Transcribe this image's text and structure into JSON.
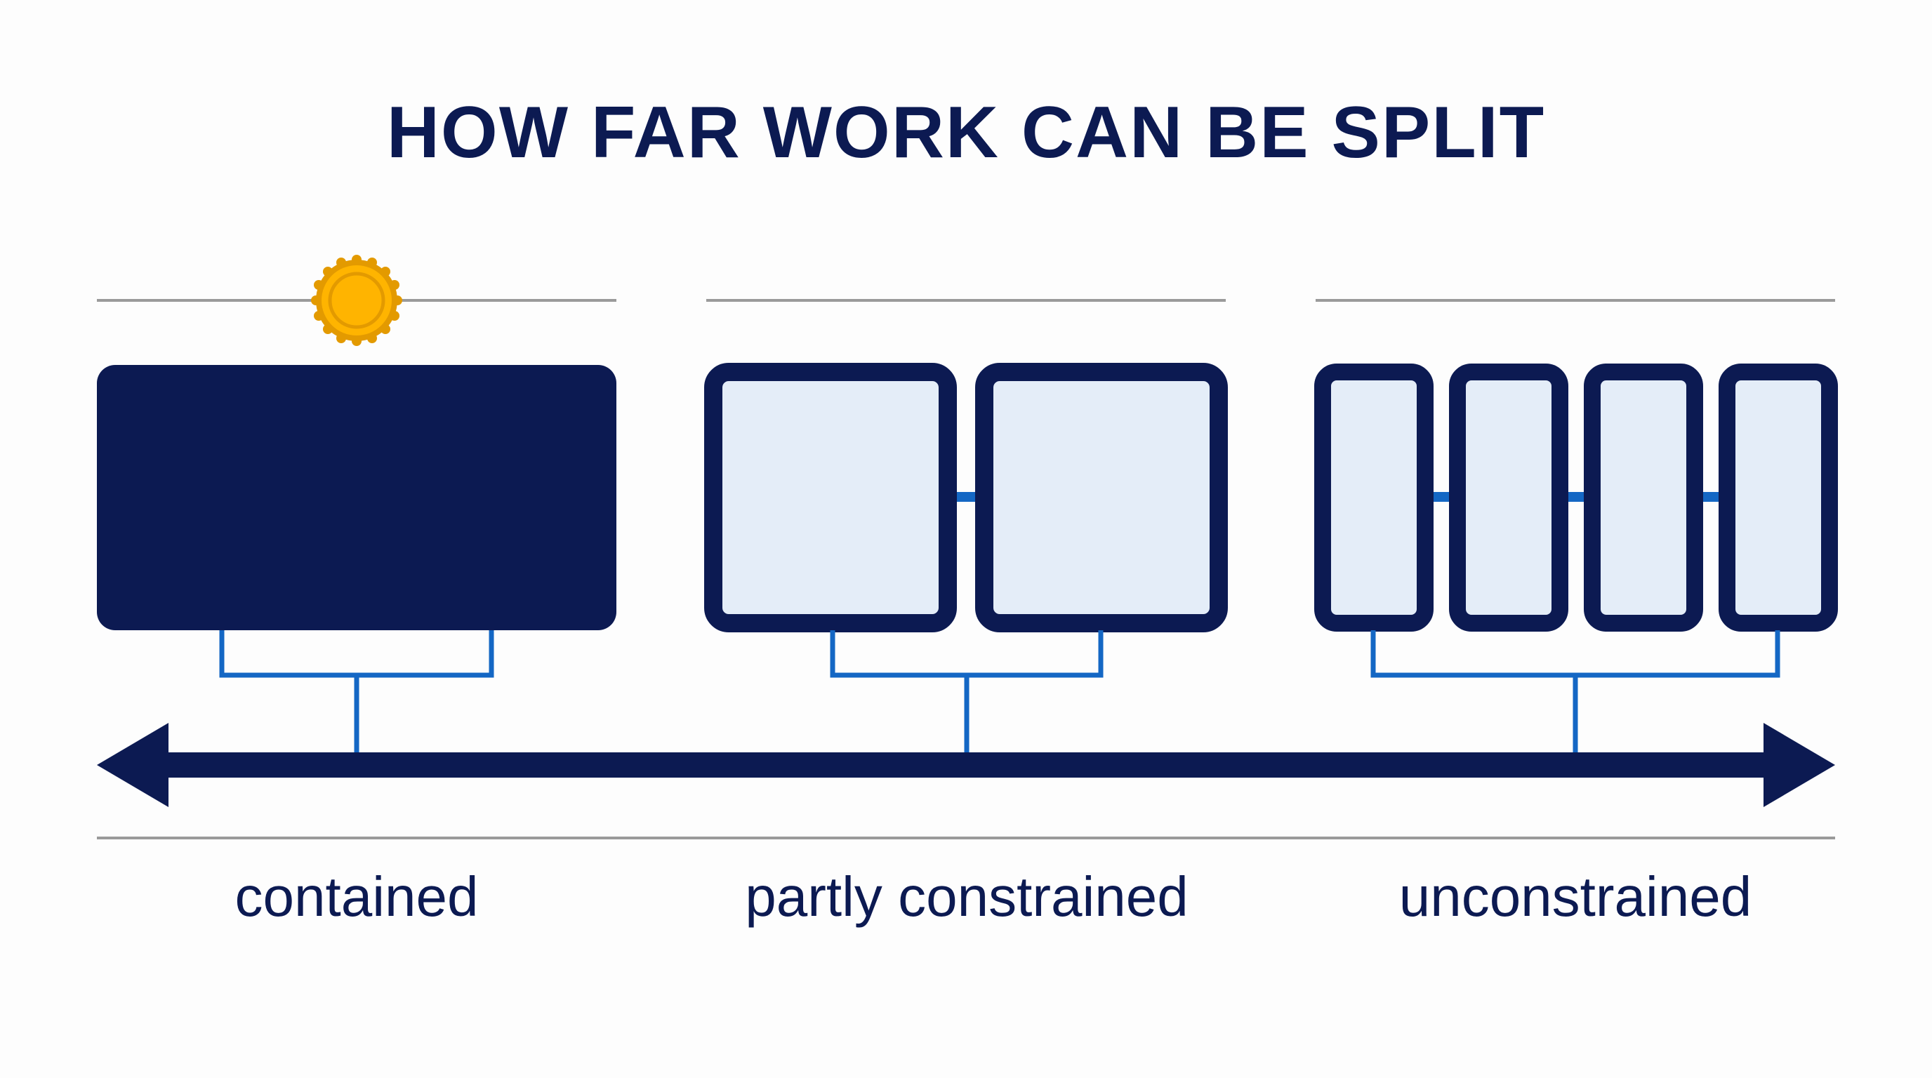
{
  "title": "HOW FAR WORK CAN BE SPLIT",
  "stages": [
    {
      "label": "contained",
      "blocks": 1,
      "marked": true
    },
    {
      "label": "partly constrained",
      "blocks": 2,
      "marked": false
    },
    {
      "label": "unconstrained",
      "blocks": 4,
      "marked": false
    }
  ],
  "colors": {
    "navy": "#0c1a52",
    "block_fill": "#e4edf8",
    "connector_blue": "#1467c4",
    "rule_gray": "#9a9a9a",
    "marker_gold": "#ffb400",
    "marker_edge": "#e39a00"
  },
  "icons": {
    "marker": "sun-badge-icon",
    "axis_arrows": "double-headed-arrow"
  }
}
